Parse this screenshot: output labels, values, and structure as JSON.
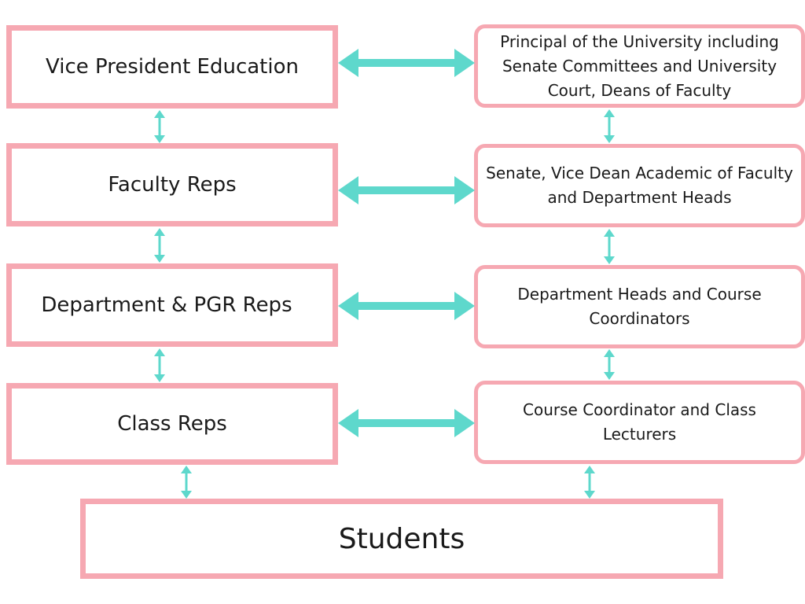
{
  "left_boxes": {
    "vp_education": "Vice President Education",
    "faculty_reps": "Faculty Reps",
    "department_pgr_reps": "Department & PGR Reps",
    "class_reps": "Class Reps"
  },
  "right_boxes": {
    "principal": "Principal of the University including Senate Committees and University Court, Deans of Faculty",
    "senate": "Senate, Vice Dean Academic of Faculty and Department Heads",
    "department_heads": "Department Heads and Course Coordinators",
    "course_coordinator": "Course Coordinator and Class Lecturers"
  },
  "students": "Students",
  "colors": {
    "box_border": "#f6a8b2",
    "arrow": "#5ed8cc"
  }
}
